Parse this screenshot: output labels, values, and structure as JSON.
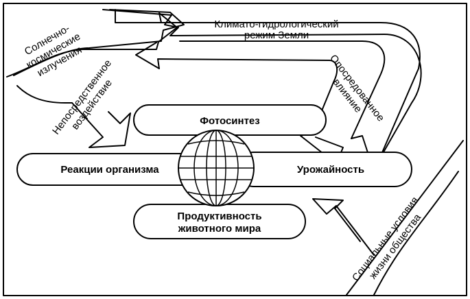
{
  "labels": {
    "solar_line1": "Солнечно-",
    "solar_line2": "космические",
    "solar_line3": "излучения",
    "climate_line1": "Климато-гидрологический",
    "climate_line2": "режим Земли",
    "direct_line1": "Непосредственное",
    "direct_line2": "воздействие",
    "indirect_line1": "Опосредованное",
    "indirect_line2": "влияние",
    "social_line1": "Социальные условия",
    "social_line2": "жизни общества"
  },
  "nodes": {
    "photosynthesis": "Фотосинтез",
    "organism": "Реакции организма",
    "yield": "Урожайность",
    "fauna_line1": "Продуктивность",
    "fauna_line2": "животного мира"
  },
  "icons": {
    "center": "globe-icon"
  }
}
